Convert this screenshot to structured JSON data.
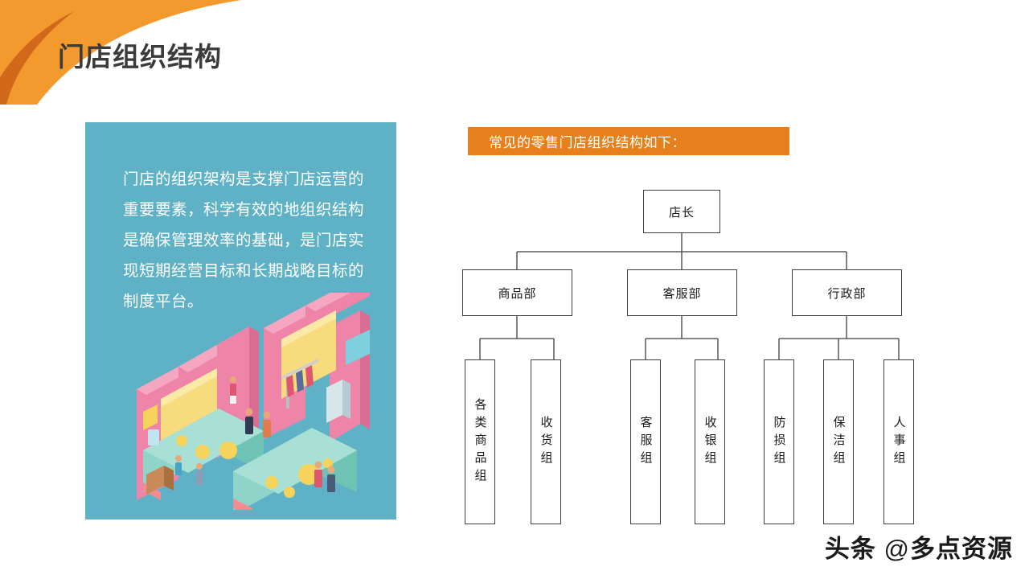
{
  "slide": {
    "title": "门店组织结构",
    "title_color": "#3b3b3b",
    "background": "#ffffff"
  },
  "decoration": {
    "corner_icon": "corner-swoosh-icon",
    "orange_light": "#F29A2E",
    "orange_dark": "#D2691A"
  },
  "intro_panel": {
    "background": "#5FB2C6",
    "text_color": "#ffffff",
    "body": "门店的组织架构是支撑门店运营的重要要素，科学有效的地组织结构是确保管理效率的基础，是门店实现短期经营目标和长期战略目标的制度平台。",
    "illustration_icon": "isometric-retail-store-illustration"
  },
  "chart_banner": {
    "label": "常见的零售门店组织结构如下：",
    "background": "#E5801D",
    "text_color": "#ffffff"
  },
  "org_chart": {
    "type": "org-hierarchy",
    "border_color": "#3f3f3f",
    "root": {
      "label": "店长"
    },
    "departments": [
      {
        "label": "商品部",
        "teams": [
          {
            "label": "各类商品组"
          },
          {
            "label": "收货组"
          }
        ]
      },
      {
        "label": "客服部",
        "teams": [
          {
            "label": "客服组"
          },
          {
            "label": "收银组"
          }
        ]
      },
      {
        "label": "行政部",
        "teams": [
          {
            "label": "防损组"
          },
          {
            "label": "保洁组"
          },
          {
            "label": "人事组"
          }
        ]
      }
    ]
  },
  "watermark": {
    "prefix": "头条",
    "at": "@",
    "handle": "多点资源"
  }
}
